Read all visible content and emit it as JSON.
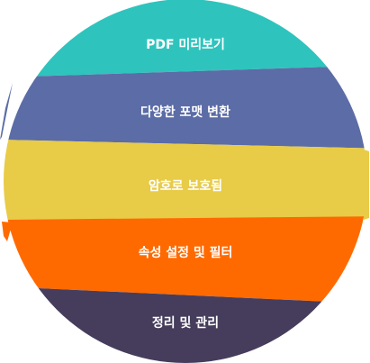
{
  "bands": [
    {
      "label": "PDF 미리보기",
      "color": "#2ec4bd"
    },
    {
      "label": "다양한 포맷 변환",
      "color": "#5b6ca6"
    },
    {
      "label": "암호로 보호됨",
      "color": "#e8cb47"
    },
    {
      "label": "속성 설정 및 필터",
      "color": "#ff6a00"
    },
    {
      "label": "정리 및 관리",
      "color": "#463d5c"
    }
  ],
  "text_color": "#ffffff"
}
